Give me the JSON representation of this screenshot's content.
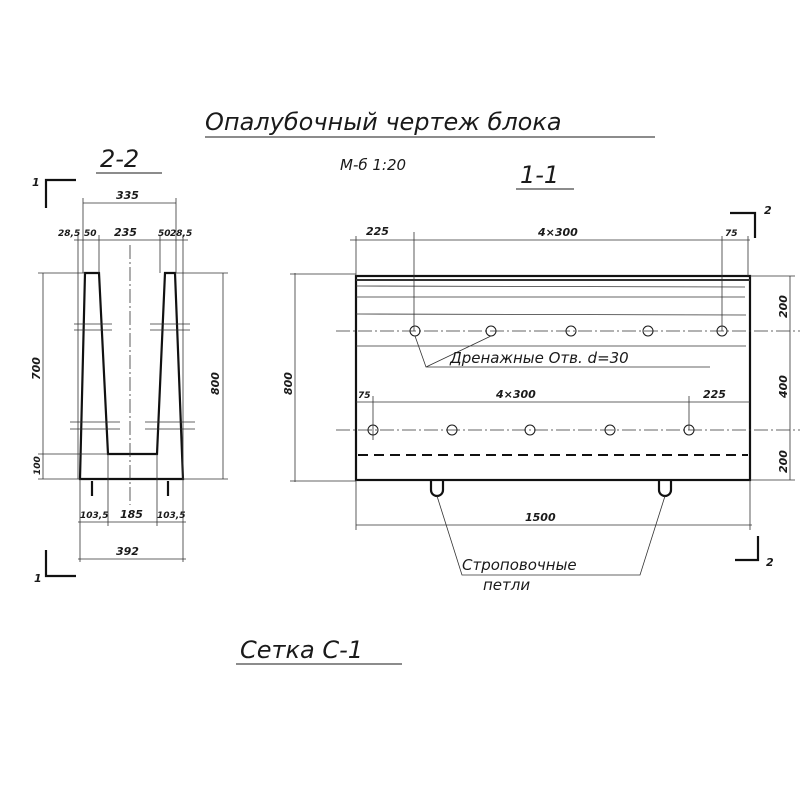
{
  "title": "Опалубочный чертеж блока",
  "scale": "М-б 1:20",
  "section_2_2": {
    "label": "2-2",
    "dims": {
      "top_width": "335",
      "seg1": "28,5",
      "seg2": "50",
      "seg3": "235",
      "seg4": "50",
      "seg5": "28,5",
      "wall_height": "700",
      "floor": "100",
      "total_height": "800",
      "bot1": "103,5",
      "bot2": "185",
      "bot3": "103,5",
      "bottom_width": "392"
    }
  },
  "section_1_1": {
    "label": "1-1",
    "dims": {
      "top_left": "225",
      "top_mid": "4×300",
      "top_right": "75",
      "height": "800",
      "right_top": "200",
      "right_mid": "400",
      "right_bot": "200",
      "inner_left": "75",
      "inner_mid": "4×300",
      "inner_right": "225",
      "length": "1500"
    },
    "drain_note": "Дренажные Отв. d=30",
    "lifting_note_line1": "Строповочные",
    "lifting_note_line2": "петли"
  },
  "section_marks": {
    "one": "1",
    "two": "2"
  },
  "mesh_label": "Сетка С-1"
}
